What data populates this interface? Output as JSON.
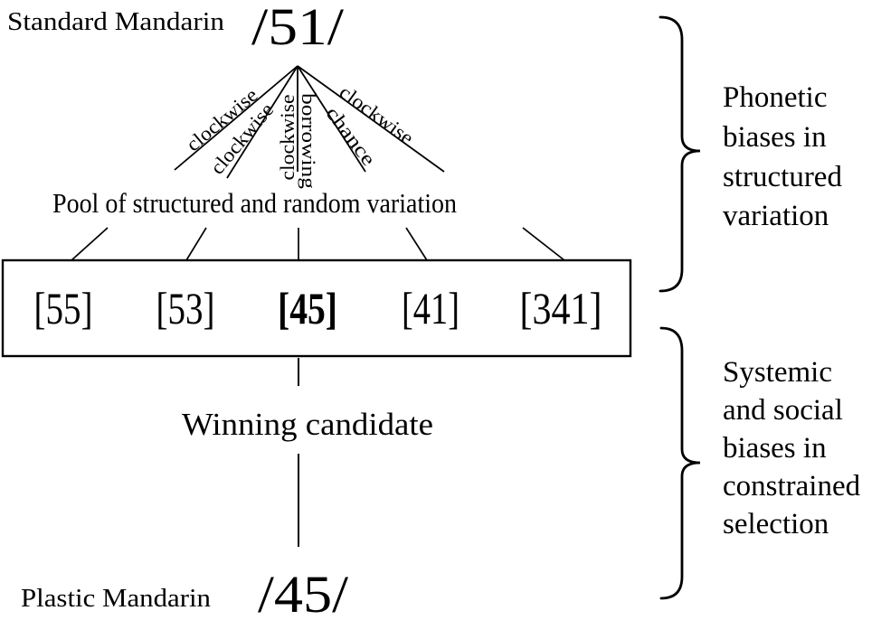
{
  "figure": {
    "source": {
      "label": "Standard Mandarin",
      "tone": "/51/"
    },
    "target": {
      "label": "Plastic Mandarin",
      "tone": "/45/"
    },
    "pool_label": "Pool of structured and random variation",
    "winning_label": "Winning candidate",
    "mechanisms": [
      "clockwise",
      "clockwise",
      "clockwise",
      "borrowing",
      "chance",
      "clockwise"
    ],
    "candidates": [
      "[55]",
      "[53]",
      "[45]",
      "[41]",
      "[341]"
    ],
    "winning_candidate": "[45]",
    "brace_top_lines": [
      "Phonetic",
      "biases in",
      "structured",
      "variation"
    ],
    "brace_bottom_lines": [
      "Systemic",
      "and social",
      "biases in",
      "constrained",
      "selection"
    ],
    "colors": {
      "ink": "#000000",
      "background": "#ffffff"
    }
  }
}
